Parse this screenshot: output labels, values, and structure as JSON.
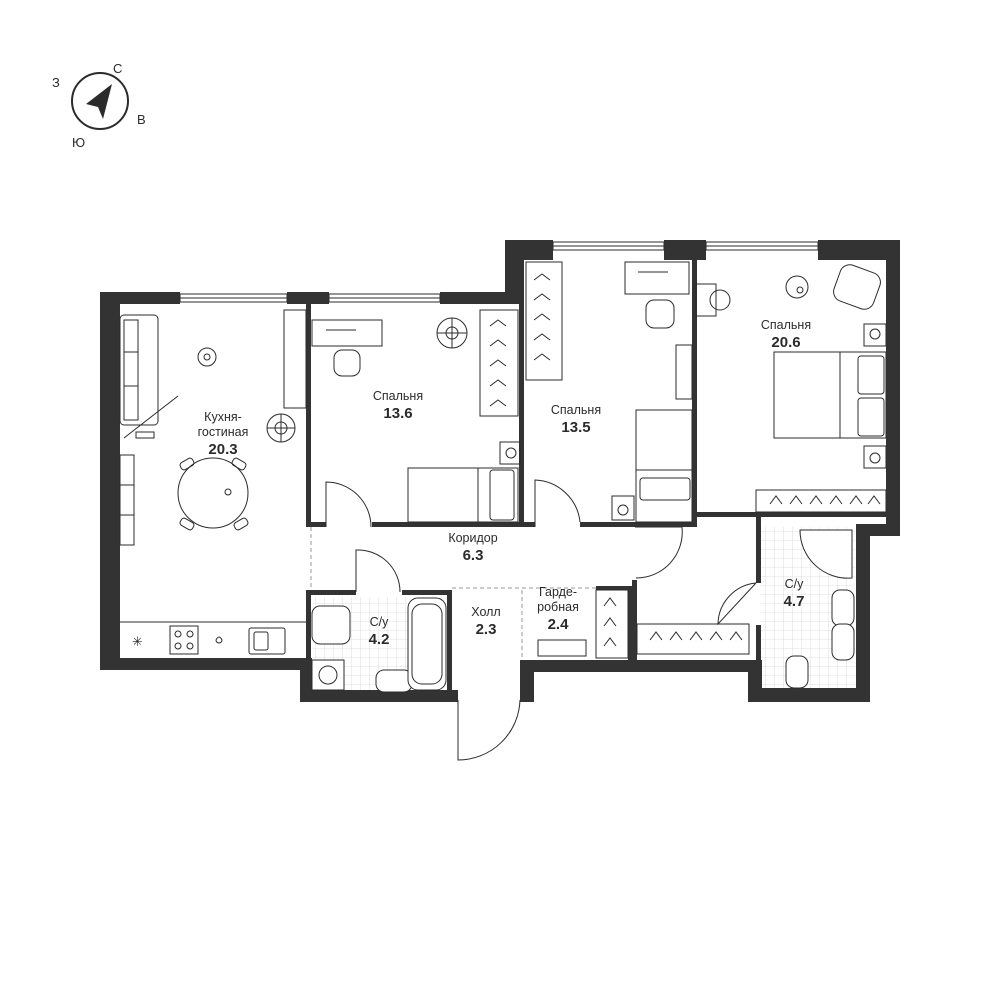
{
  "compass": {
    "north": "С",
    "east": "В",
    "south": "Ю",
    "west": "З"
  },
  "rooms": [
    {
      "id": "kitchen-living",
      "name_line1": "Кухня-",
      "name_line2": "гостиная",
      "area": "20.3"
    },
    {
      "id": "bedroom-1",
      "name": "Спальня",
      "area": "13.6"
    },
    {
      "id": "bedroom-2",
      "name": "Спальня",
      "area": "13.5"
    },
    {
      "id": "bedroom-3",
      "name": "Спальня",
      "area": "20.6"
    },
    {
      "id": "corridor",
      "name": "Коридор",
      "area": "6.3"
    },
    {
      "id": "bathroom-1",
      "name": "С/у",
      "area": "4.2"
    },
    {
      "id": "hall",
      "name": "Холл",
      "area": "2.3"
    },
    {
      "id": "wardrobe",
      "name_line1": "Гарде-",
      "name_line2": "робная",
      "area": "2.4"
    },
    {
      "id": "bathroom-2",
      "name": "С/у",
      "area": "4.7"
    }
  ],
  "colors": {
    "wall": "#333333",
    "line": "#2b2b2b",
    "tile": "#d9d9d9",
    "background": "#ffffff"
  }
}
